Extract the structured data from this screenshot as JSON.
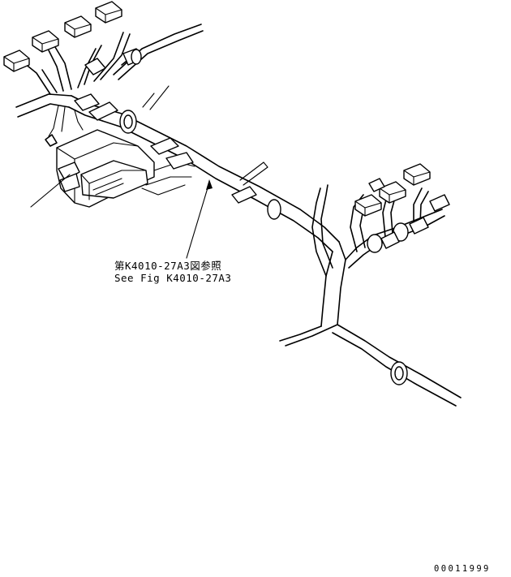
{
  "callout": {
    "reference_jp": "第K4010-27A3図参照",
    "reference_en": "See Fig K4010-27A3"
  },
  "drawing_number": "00011999"
}
